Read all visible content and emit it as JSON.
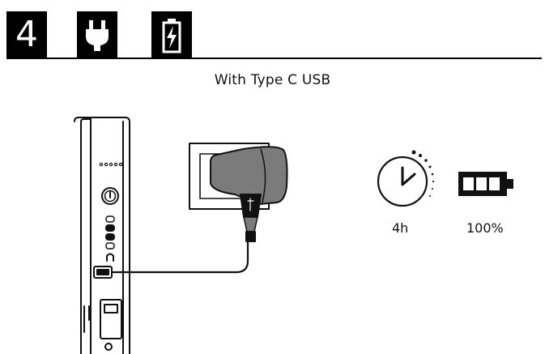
{
  "header": {
    "step_number": "4",
    "icons": [
      "plug-icon",
      "battery-charging-icon"
    ]
  },
  "subtitle": "With Type C USB",
  "info": {
    "duration": "4h",
    "charge": "100%"
  },
  "colors": {
    "ink": "#111111",
    "charger_fill": "#7b7b7b",
    "box_bg": "#000000"
  }
}
